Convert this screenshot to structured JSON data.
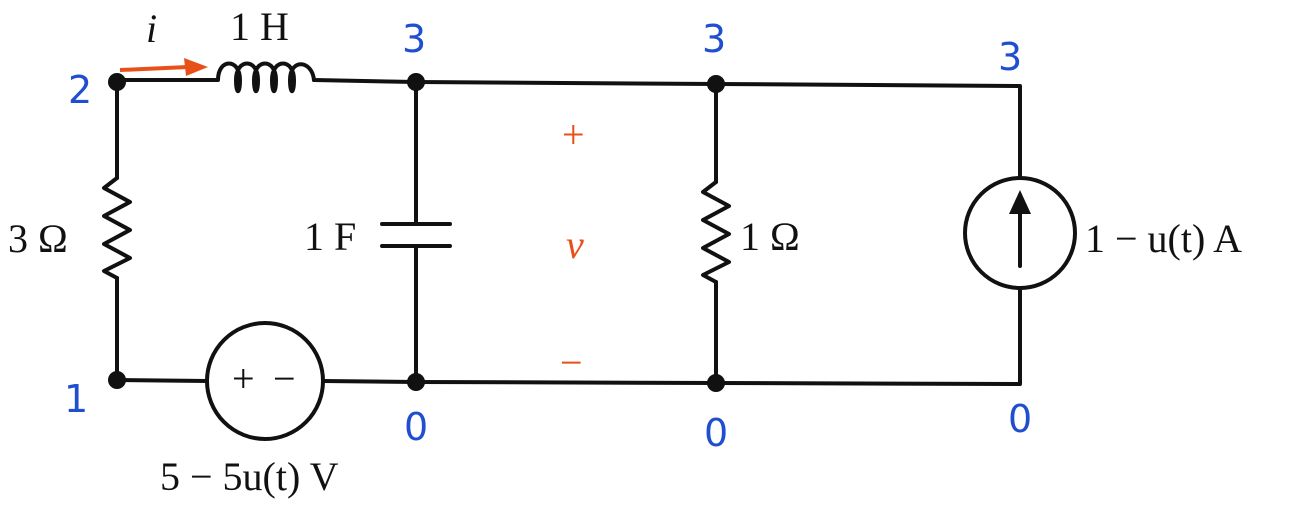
{
  "colors": {
    "wire": "#111111",
    "node_label": "#1f4fd0",
    "annotation": "#e8501a"
  },
  "current": {
    "symbol": "i"
  },
  "inductor": {
    "label": "1 H"
  },
  "resistor_left": {
    "label": "3 Ω"
  },
  "capacitor": {
    "label": "1 F"
  },
  "resistor_right": {
    "label": "1 Ω"
  },
  "voltage_source": {
    "plus": "+",
    "minus": "−",
    "label": "5 − 5u(t) V"
  },
  "current_source": {
    "label": "1 − u(t) A"
  },
  "voltage": {
    "plus": "+",
    "symbol": "v",
    "minus": "−"
  },
  "nodes": {
    "n_top_left": "2",
    "n_top_a": "3",
    "n_top_b": "3",
    "n_top_c": "3",
    "n_bottom_left": "1",
    "n_bottom_a": "0",
    "n_bottom_b": "0",
    "n_bottom_c": "0"
  }
}
